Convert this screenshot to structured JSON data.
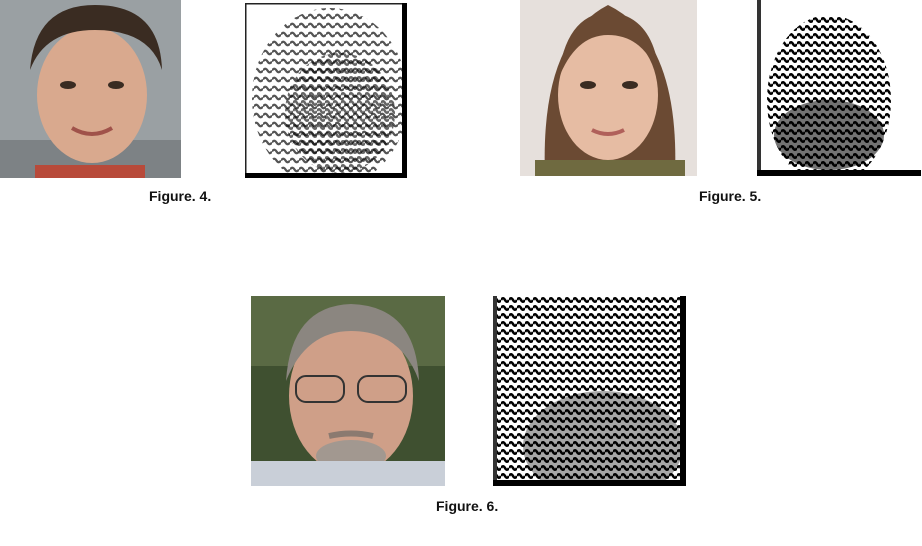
{
  "figures": [
    {
      "caption": "Figure. 4.",
      "face_image": "face-photo-young-woman-short-dark-hair",
      "fingerprint_image": "fingerprint-gray"
    },
    {
      "caption": "Figure. 5.",
      "face_image": "face-photo-woman-long-brown-hair",
      "fingerprint_image": "fingerprint-black"
    },
    {
      "caption": "Figure. 6.",
      "face_image": "face-photo-man-gray-hair-glasses",
      "fingerprint_image": "fingerprint-black-dense"
    }
  ],
  "colors": {
    "background": "#ffffff",
    "caption_text": "#111111"
  }
}
